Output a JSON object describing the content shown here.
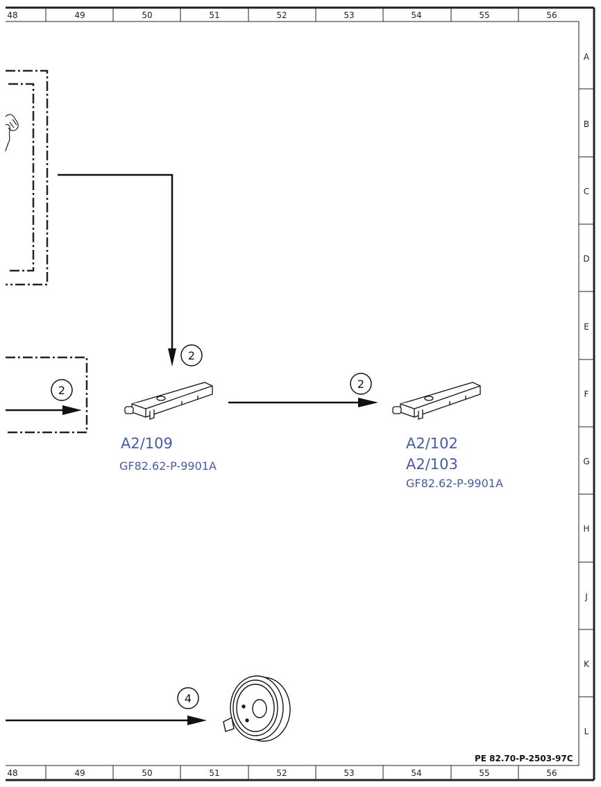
{
  "grid": {
    "columns": [
      "48",
      "49",
      "50",
      "51",
      "52",
      "53",
      "54",
      "55",
      "56"
    ],
    "rows": [
      "A",
      "B",
      "C",
      "D",
      "E",
      "F",
      "G",
      "H",
      "J",
      "K",
      "L"
    ]
  },
  "callouts": {
    "upper_arrow": "2",
    "left_box_arrow": "2",
    "middle_arrow": "2",
    "lower_arrow": "4"
  },
  "components": {
    "a2_109": {
      "code": "A2/109",
      "ref": "GF82.62-P-9901A"
    },
    "a2_102_103": {
      "code_1": "A2/102",
      "code_2": "A2/103",
      "ref": "GF82.62-P-9901A"
    }
  },
  "document_ref": "PE 82.70-P-2503-97C",
  "colors": {
    "label_blue": "#4a5aa0",
    "line": "#111111"
  }
}
